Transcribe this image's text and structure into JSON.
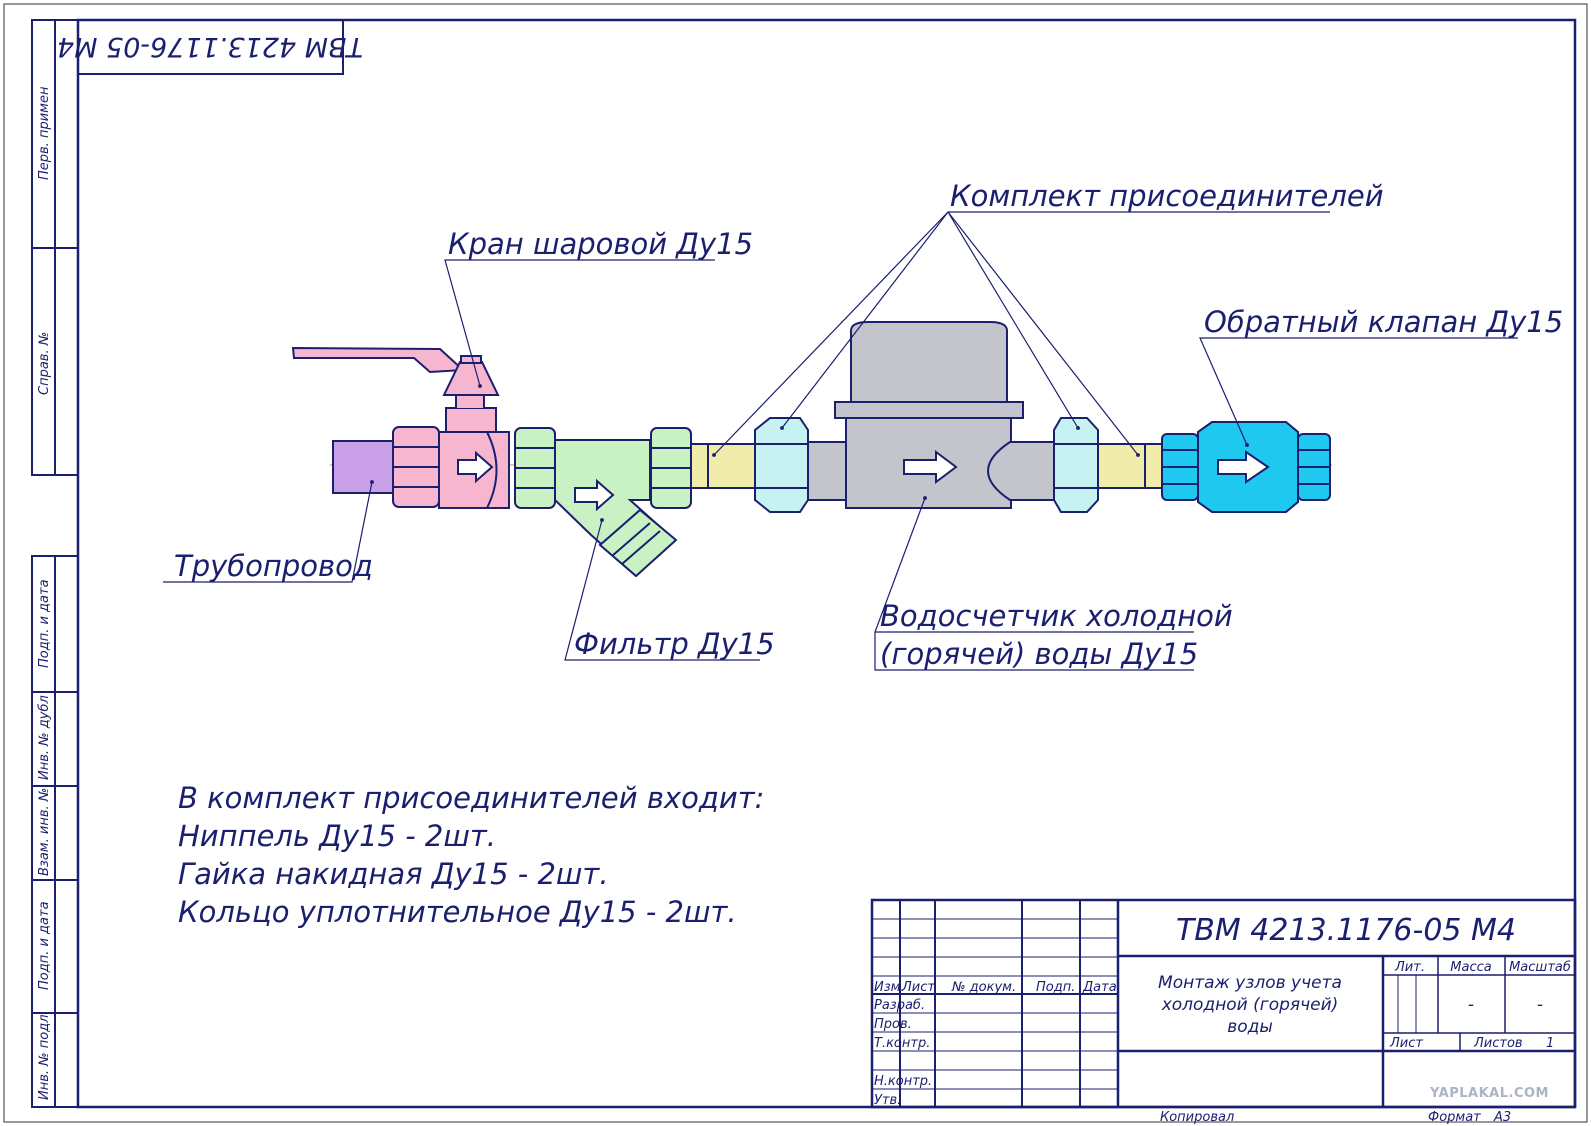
{
  "stamp_code": "ТВМ 4213.1176-05 М4",
  "side_labels": {
    "perv_primen": "Перв. примен",
    "sprav_no": "Справ. №",
    "podp_data_1": "Подп. и дата",
    "inv_dubl": "Инв. № дубл",
    "vzam_inv": "Взам. инв. №",
    "podp_data_2": "Подп. и дата",
    "inv_podl": "Инв. № подл."
  },
  "labels": {
    "ball_valve": "Кран шаровой Ду15",
    "connector_kit": "Комплект присоединителей",
    "check_valve": "Обратный клапан Ду15",
    "pipeline": "Трубопровод",
    "filter": "Фильтр Ду15",
    "meter_line1": "Водосчетчик холодной",
    "meter_line2": "(горячей) воды Ду15"
  },
  "notes": [
    "В комплект присоединителей входит:",
    "Ниппель Ду15 - 2шт.",
    "Гайка накидная Ду15 - 2шт.",
    "Кольцо уплотнительное Ду15 - 2шт."
  ],
  "title_block": {
    "code": "ТВМ 4213.1176-05 М4",
    "description_lines": [
      "Монтаж узлов учета",
      "холодной (горячей)",
      "воды"
    ],
    "col_izm": "Изм.",
    "col_list": "Лист",
    "col_dokum": "№ докум.",
    "col_podp": "Подп.",
    "col_data": "Дата",
    "razrab": "Разраб.",
    "prov": "Пров.",
    "tkontr": "Т.контр.",
    "nkontr": "Н.контр.",
    "utv": "Утв.",
    "lit": "Лит.",
    "massa": "Масса",
    "masshtab": "Масштаб",
    "massa_val": "-",
    "masshtab_val": "-",
    "list": "Лист",
    "listov": "Листов",
    "listov_val": "1",
    "kopiroval": "Копировал",
    "format": "Формат",
    "format_val": "А3"
  },
  "watermark": "YAPLAKAL.COM",
  "colors": {
    "line": "#1a1f6e",
    "pipe": "#c9a0e8",
    "ball_valve": "#f6b6cf",
    "filter": "#c9f2c4",
    "meter": "#c4c4cc",
    "nipple": "#f2ecaa",
    "nut": "#c6f2f2",
    "check_valve": "#1ec8ee",
    "axis": "#e08020"
  }
}
